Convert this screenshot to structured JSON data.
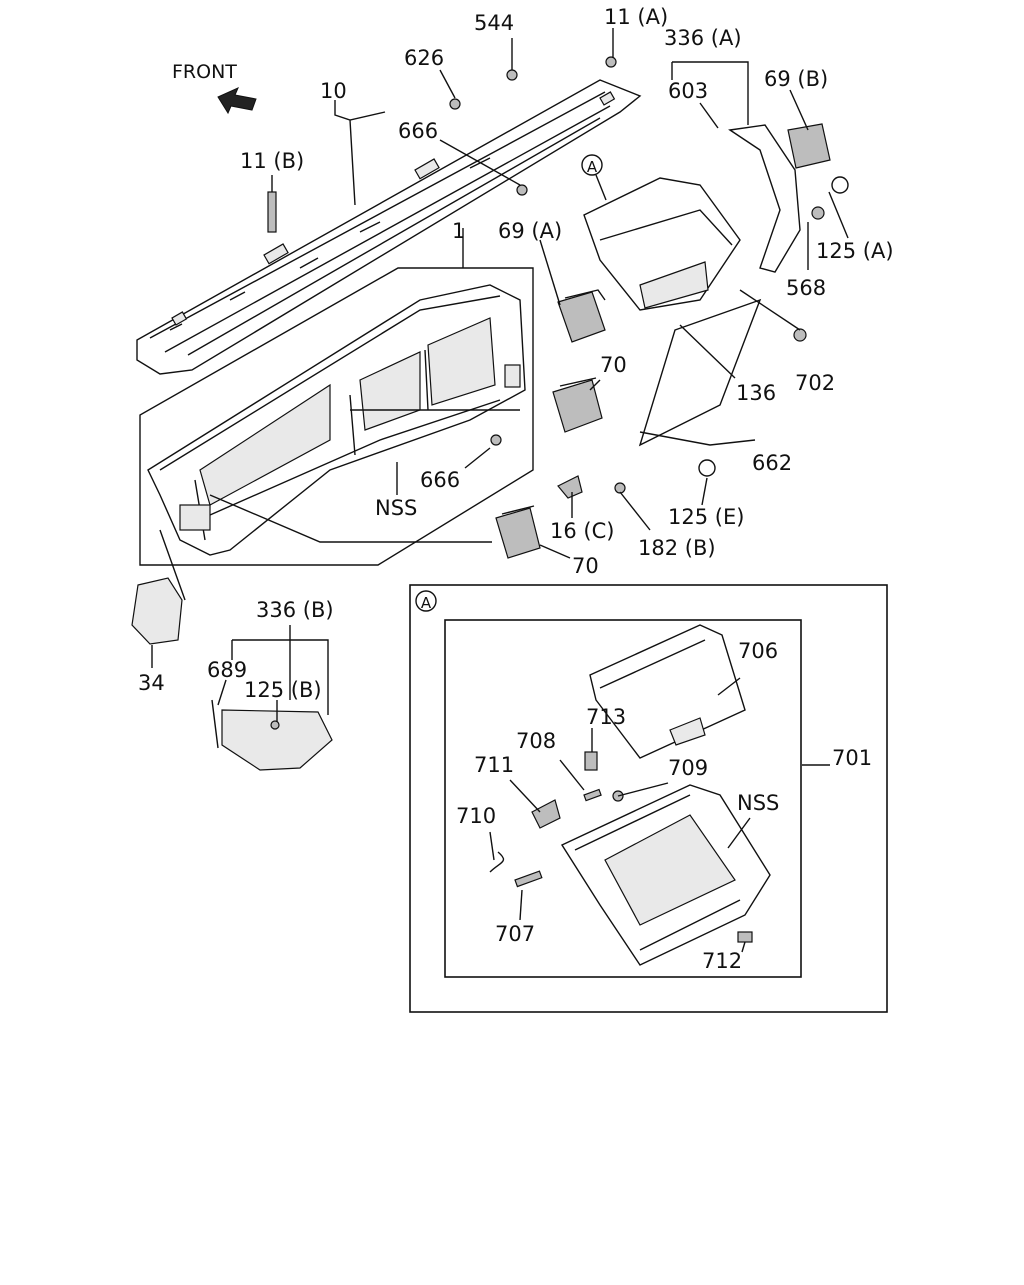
{
  "diagram": {
    "front_label": "FRONT",
    "callouts": {
      "c544": "544",
      "c11a": "11 (A)",
      "c336a": "336 (A)",
      "c626": "626",
      "c603": "603",
      "c69b": "69 (B)",
      "c10": "10",
      "c666a": "666",
      "c11b": "11 (B)",
      "c125a": "125 (A)",
      "c568": "568",
      "c1": "1",
      "c69a": "69 (A)",
      "c70a": "70",
      "c702": "702",
      "c136": "136",
      "c666b": "666",
      "c662": "662",
      "cnss1": "NSS",
      "c125e": "125 (E)",
      "c16c": "16 (C)",
      "c182b": "182 (B)",
      "c70b": "70",
      "c34": "34",
      "c336b": "336 (B)",
      "c689": "689",
      "c125b": "125 (B)",
      "c706": "706",
      "c713": "713",
      "c708": "708",
      "c711": "711",
      "c709": "709",
      "c701": "701",
      "cnss2": "NSS",
      "c710": "710",
      "c707": "707",
      "c712": "712"
    },
    "reference_marker": "A",
    "inset_marker": "A"
  }
}
